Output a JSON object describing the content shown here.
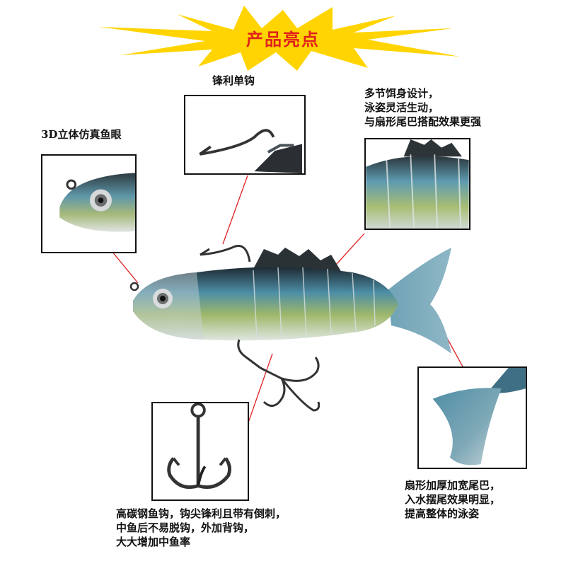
{
  "banner": {
    "title": "产品亮点",
    "burst_color": "#ffd400",
    "title_color": "#e0201c"
  },
  "features": {
    "single_hook": {
      "title": "锋利单钩"
    },
    "eye": {
      "title": "3D立体仿真鱼眼"
    },
    "segments": {
      "lines": [
        "多节饵身设计，",
        "泳姿灵活生动，",
        "与扇形尾巴搭配效果更强"
      ]
    },
    "tail": {
      "lines": [
        "扇形加厚加宽尾巴，",
        "入水摆尾效果明显，",
        "提高整体的泳姿"
      ]
    },
    "treble_hook": {
      "lines": [
        "高碳钢鱼钩，钩尖锋利且带有倒刺，",
        "中鱼后不易脱钩，外加背钩，",
        "大大增加中鱼率"
      ]
    }
  },
  "colors": {
    "leader_line": "#e02020",
    "frame": "#111111"
  },
  "icons": {
    "lure": "swimbait-lure-icon",
    "single_hook": "single-hook-icon",
    "treble_hook": "treble-hook-icon",
    "eye": "fish-eye-icon",
    "tail": "fish-tail-icon"
  }
}
